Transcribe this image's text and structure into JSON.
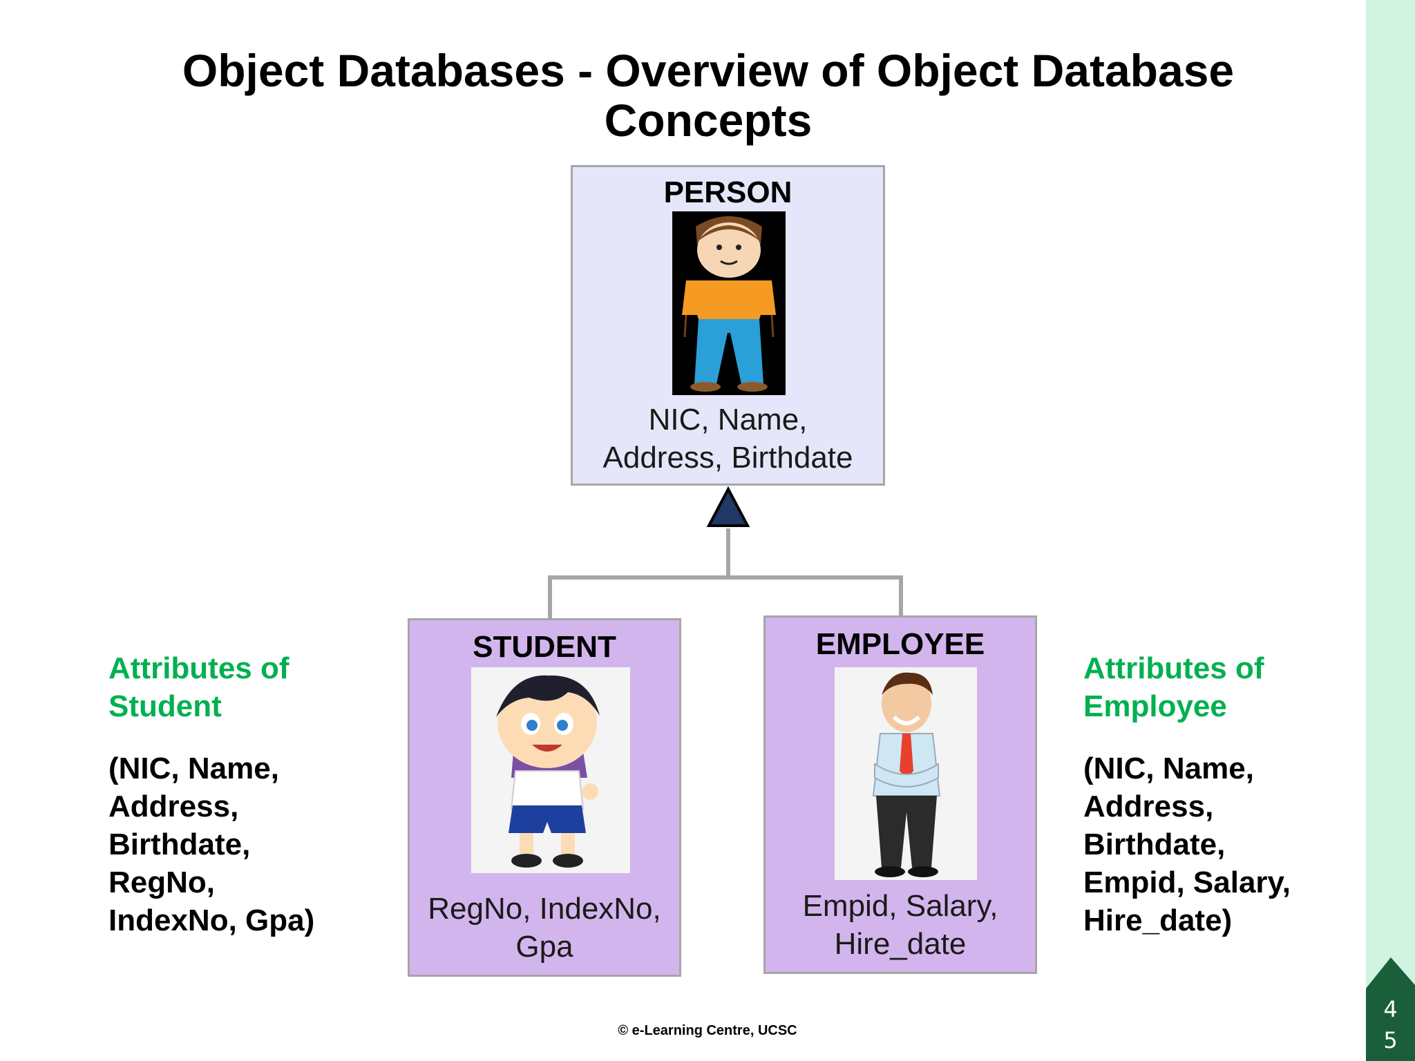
{
  "slide": {
    "title_line1": "Object Databases - Overview of Object Database",
    "title_line2": "Concepts",
    "footer": "© e-Learning Centre, UCSC",
    "page_number_line1": "4",
    "page_number_line2": "5"
  },
  "diagram": {
    "person": {
      "title": "PERSON",
      "attrs_line1": "NIC, Name,",
      "attrs_line2": "Address, Birthdate",
      "icon": "person-cartoon-icon"
    },
    "student": {
      "title": "STUDENT",
      "attrs_line1": "RegNo, IndexNo,",
      "attrs_line2": "Gpa",
      "icon": "student-cartoon-icon"
    },
    "employee": {
      "title": "EMPLOYEE",
      "attrs_line1": "Empid, Salary,",
      "attrs_line2": "Hire_date",
      "icon": "employee-cartoon-icon"
    },
    "inheritance_arrow": "hollow-triangle-arrow-icon"
  },
  "left_panel": {
    "heading_line1": "Attributes of",
    "heading_line2": "Student",
    "lines": [
      "(NIC, Name,",
      "Address,",
      "Birthdate,",
      "RegNo,",
      "IndexNo, Gpa)"
    ]
  },
  "right_panel": {
    "heading_line1": "Attributes of",
    "heading_line2": "Employee",
    "lines": [
      "(NIC, Name,",
      "Address,",
      "Birthdate,",
      "Empid, Salary,",
      "Hire_date)"
    ]
  },
  "colors": {
    "accent_green": "#00b050",
    "person_box": "#e6e6fa",
    "child_box": "#d3b5ed",
    "side_strip": "#d0f3e2",
    "badge": "#1b5e3a",
    "arrow_fill": "#1f3864"
  }
}
